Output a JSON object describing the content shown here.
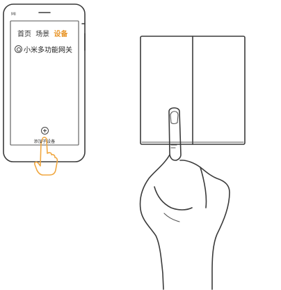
{
  "phone": {
    "tabs": [
      {
        "label": "首页",
        "active": false
      },
      {
        "label": "场景",
        "active": false
      },
      {
        "label": "设备",
        "active": true
      }
    ],
    "device_name": "小米多功能网关",
    "add_label": "添加子设备",
    "brand_icon": "mi-logo",
    "accent_color": "#e8962a"
  },
  "illustration": {
    "hand_color": "#f0a740",
    "switch": "two-gang wall switch"
  }
}
